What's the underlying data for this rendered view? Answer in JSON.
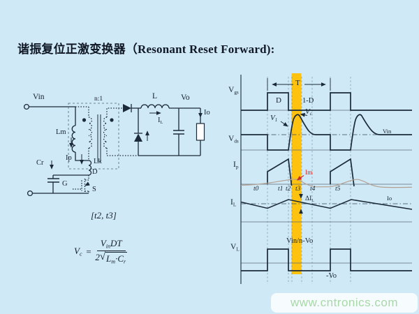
{
  "colors": {
    "background": "#cfe9f6",
    "ink": "#1b2a38",
    "highlight_band": "#ffc20e",
    "im_red": "#cc2a27",
    "magnetizing_trace": "#b3a092",
    "watermark_green": "#a8d8a8"
  },
  "title": {
    "zh": "谐振复位正激变换器（",
    "en": "Resonant Reset Forward",
    "tail": "):"
  },
  "circuit": {
    "vin": "Vin",
    "turns_ratio": "n:1",
    "lm": "Lm",
    "ip": "Ip",
    "lk": "Lk",
    "cr": "Cr",
    "gate": "G",
    "drain": "D",
    "source": "S",
    "inductor": "L",
    "vo": "Vo",
    "io": "Io",
    "il_base": "I",
    "il_sub": "L",
    "interval": "[t2, t3]"
  },
  "formula": {
    "lhs": "V",
    "lhs_sub": "c",
    "eq": "=",
    "num_v": "V",
    "num_v_sub": "in",
    "num_rest": "DT",
    "den_coef": "2",
    "radical": "√",
    "den_l": "L",
    "den_l_sub": "m",
    "den_dot": "·",
    "den_c": "C",
    "den_c_sub": "r"
  },
  "waveforms": {
    "rows": [
      {
        "base": "V",
        "sub": "gs"
      },
      {
        "base": "V",
        "sub": "ds"
      },
      {
        "base": "I",
        "sub": "p"
      },
      {
        "base": "I",
        "sub": "L"
      },
      {
        "base": "V",
        "sub": "L"
      }
    ],
    "period": "T",
    "duty": "D",
    "one_minus_duty": "1-D",
    "v1": "V",
    "v1_sub": "1",
    "vc": "V",
    "vc_sub": "c",
    "vin_level": "Vin",
    "im": "Im",
    "io_level": "Io",
    "delta_il": "ΔI",
    "delta_il_sub": "L",
    "vl_high": "Vin/n-Vo",
    "vl_low": "-Vo",
    "time_labels": [
      "t0",
      "t1",
      "t2",
      "t3",
      "t4",
      "t5"
    ]
  },
  "watermark": "www.cntronics.com"
}
